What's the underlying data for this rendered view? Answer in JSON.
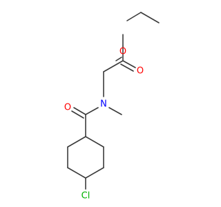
{
  "molecule": {
    "atoms": [
      {
        "id": "o_ester",
        "label": "O",
        "color": "#ff0000"
      },
      {
        "id": "o_carbonyl_ester",
        "label": "O",
        "color": "#ff0000"
      },
      {
        "id": "o_amide",
        "label": "O",
        "color": "#ff0000"
      },
      {
        "id": "n_amide",
        "label": "N",
        "color": "#0000ff"
      },
      {
        "id": "cl",
        "label": "Cl",
        "color": "#00b000"
      }
    ],
    "bond_color": "#3a3a3a"
  }
}
